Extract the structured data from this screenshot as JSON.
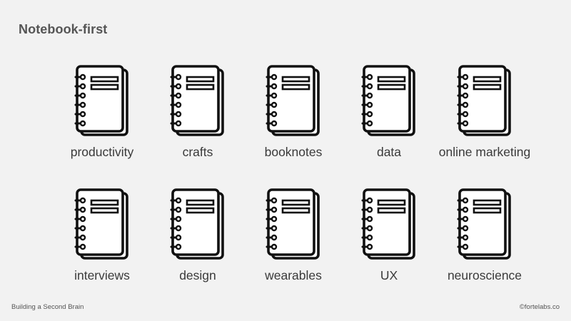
{
  "slide": {
    "title": "Notebook-first"
  },
  "notebooks": [
    {
      "label": "productivity",
      "icon": "spiral-notebook-icon"
    },
    {
      "label": "crafts",
      "icon": "spiral-notebook-icon"
    },
    {
      "label": "booknotes",
      "icon": "spiral-notebook-icon"
    },
    {
      "label": "data",
      "icon": "spiral-notebook-icon"
    },
    {
      "label": "online marketing",
      "icon": "spiral-notebook-icon"
    },
    {
      "label": "interviews",
      "icon": "spiral-notebook-icon"
    },
    {
      "label": "design",
      "icon": "spiral-notebook-icon"
    },
    {
      "label": "wearables",
      "icon": "spiral-notebook-icon"
    },
    {
      "label": "UX",
      "icon": "spiral-notebook-icon"
    },
    {
      "label": "neuroscience",
      "icon": "spiral-notebook-icon"
    }
  ],
  "footer": {
    "left": "Building a Second Brain",
    "right": "©fortelabs.co"
  },
  "colors": {
    "background": "#f2f2f2",
    "icon_stroke": "#111111",
    "icon_fill": "#ffffff",
    "title": "#555555",
    "label": "#3a3a3a"
  }
}
